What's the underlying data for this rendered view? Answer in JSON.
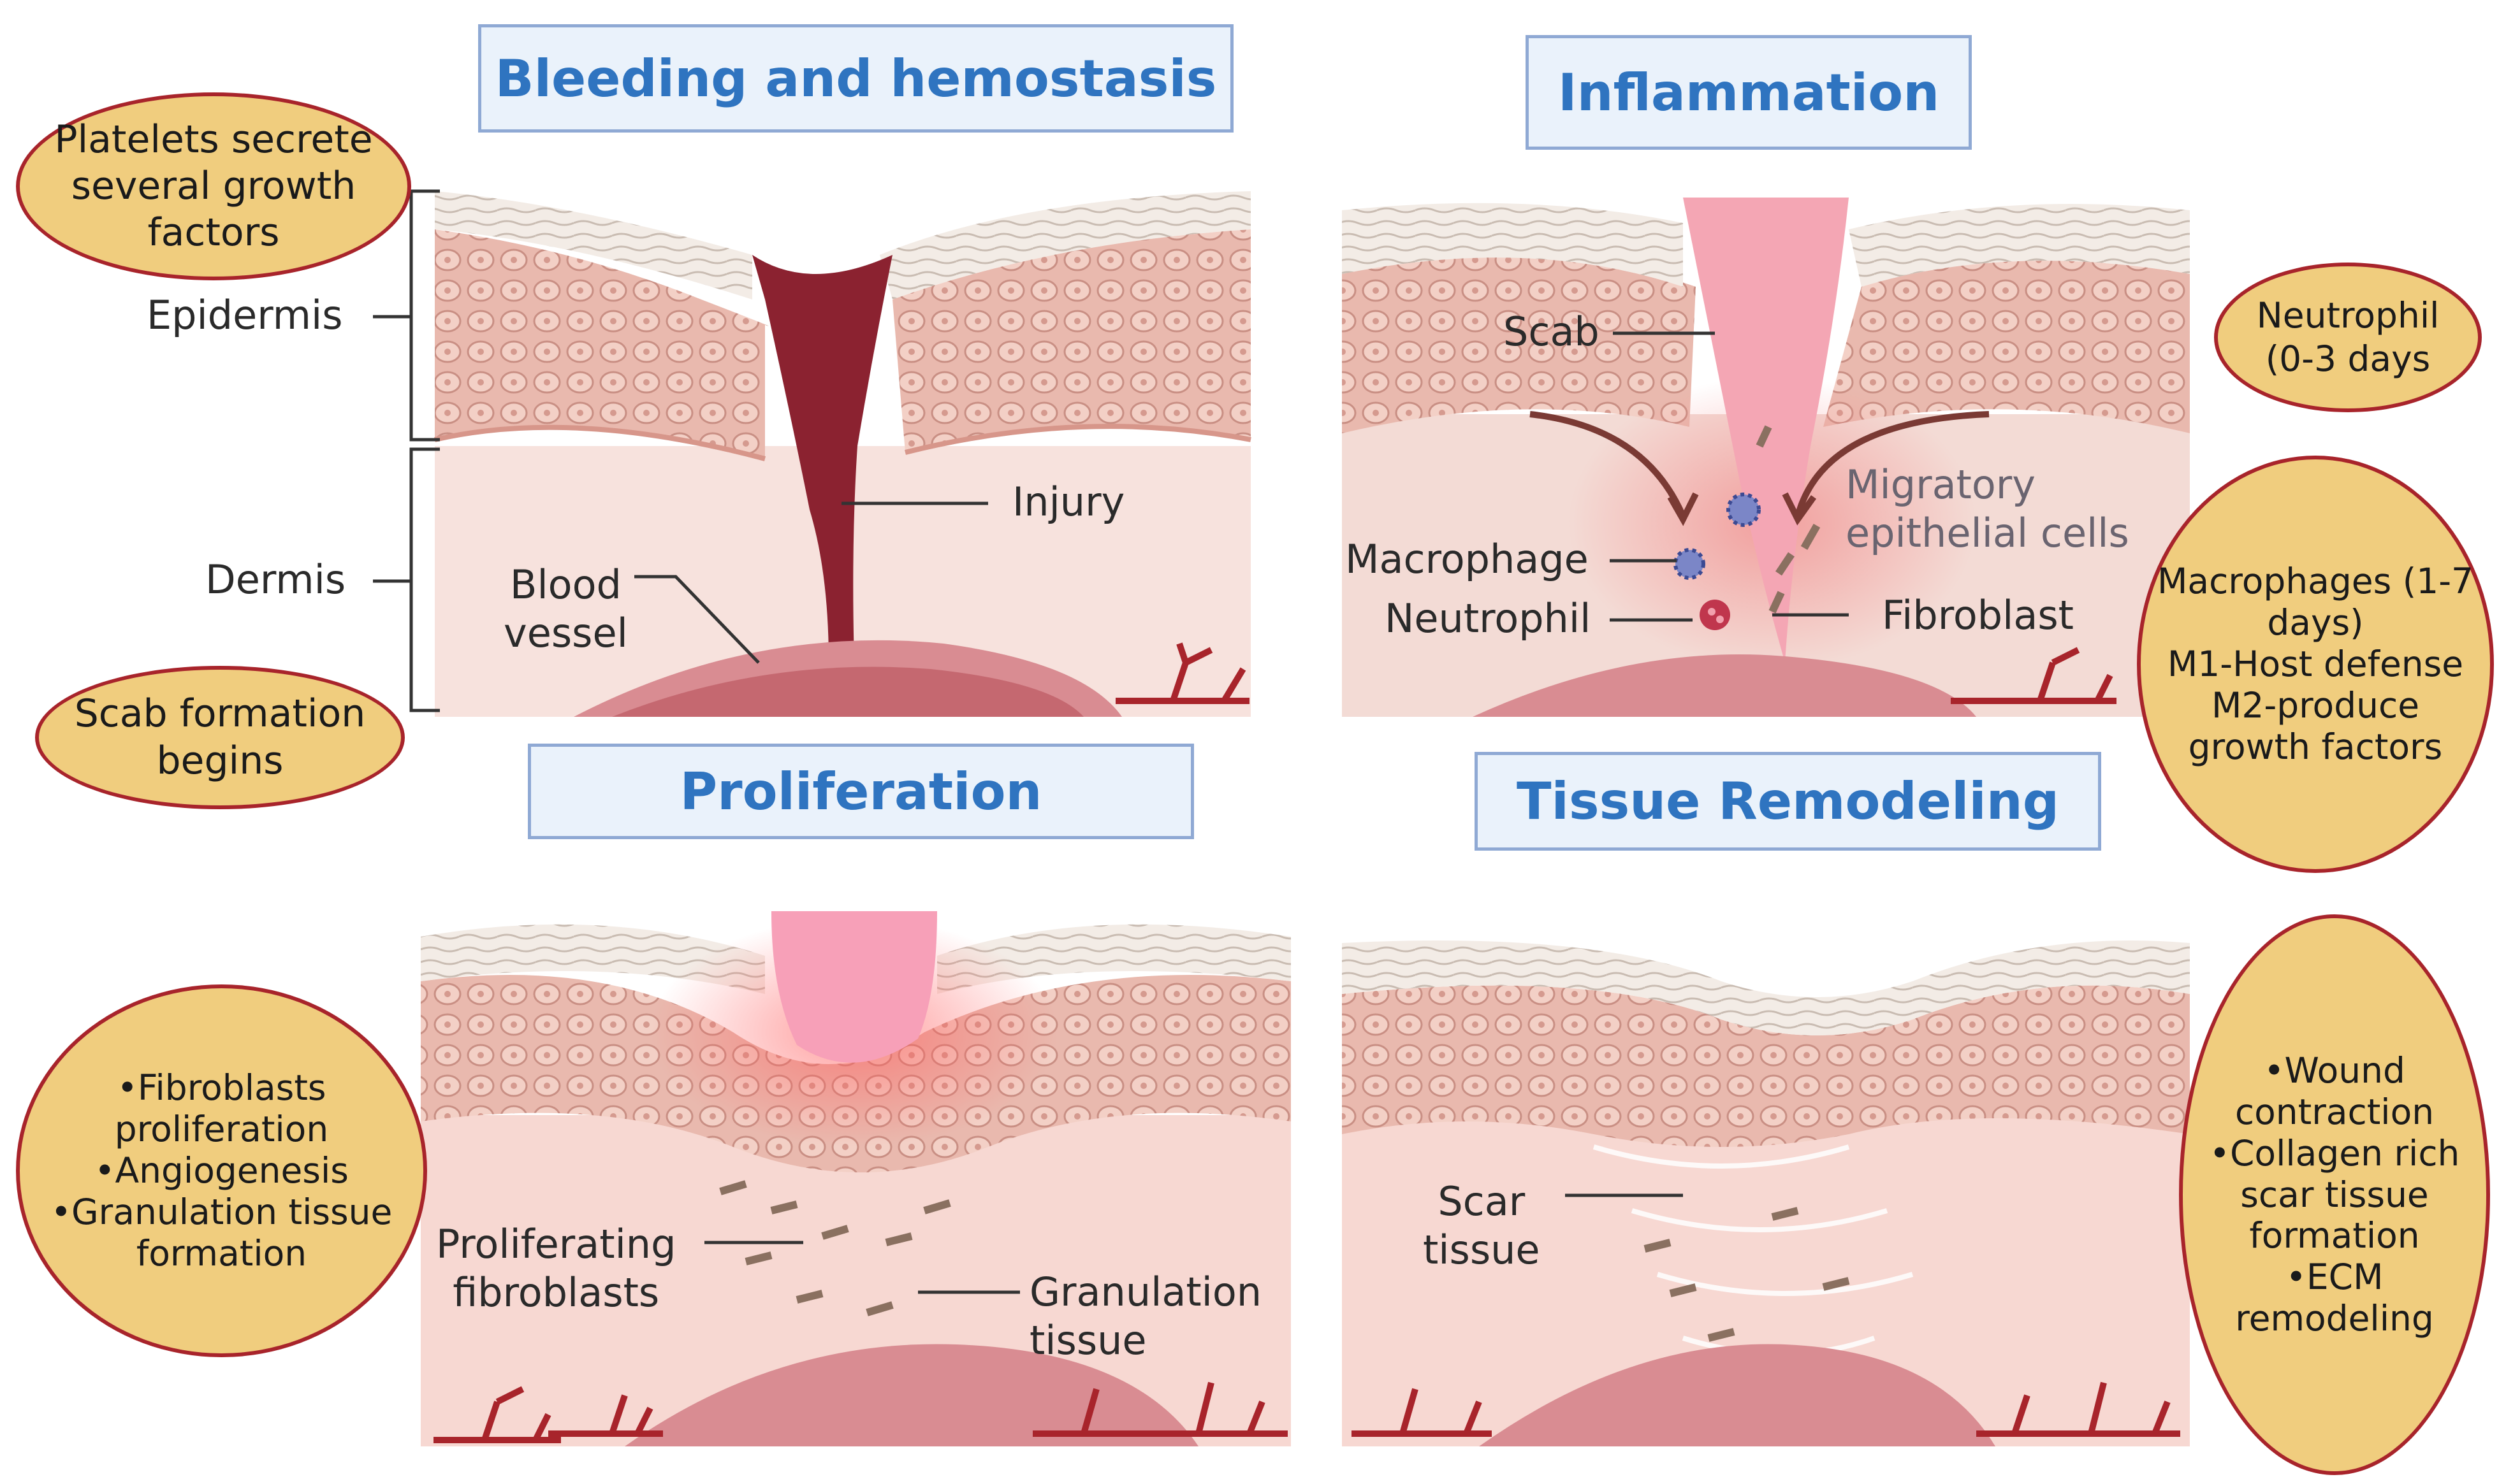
{
  "titles": {
    "bleeding": "Bleeding and hemostasis",
    "inflammation": "Inflammation",
    "proliferation": "Proliferation",
    "remodeling": "Tissue Remodeling"
  },
  "ovals": {
    "platelets": [
      "Platelets secrete",
      "several growth",
      "factors"
    ],
    "scab_formation": [
      "Scab formation",
      "begins"
    ],
    "neutrophil": [
      "Neutrophil",
      "(0-3 days"
    ],
    "macrophages": [
      "Macrophages (1-7",
      "days)",
      "M1-Host defense",
      "M2-produce",
      "growth factors"
    ],
    "proliferation": [
      "•Fibroblasts",
      "proliferation",
      "•Angiogenesis",
      "•Granulation tissue",
      "formation"
    ],
    "remodeling": [
      "•Wound",
      "contraction",
      "•Collagen rich",
      "scar tissue",
      "formation",
      "•ECM remodeling"
    ]
  },
  "labels": {
    "epidermis": "Epidermis",
    "dermis": "Dermis",
    "blood_vessel": [
      "Blood",
      "vessel"
    ],
    "injury": "Injury",
    "scab": "Scab",
    "macrophage": "Macrophage",
    "neutrophil": "Neutrophil",
    "migratory": [
      "Migratory",
      "epithelial cells"
    ],
    "fibroblast": "Fibroblast",
    "proliferating": [
      "Proliferating",
      "fibroblasts"
    ],
    "granulation": [
      "Granulation",
      "tissue"
    ],
    "scar": [
      "Scar",
      "tissue"
    ]
  },
  "colors": {
    "title_text": "#2f74c0",
    "title_fill": "#eaf2fb",
    "title_border": "#8fa9d4",
    "oval_fill": "#f0cd7e",
    "oval_border": "#a8242b",
    "blood": "#8b2230",
    "scab": "#f4a6b4",
    "dermis": "#f7dcd6",
    "epidermis": "#e7b9ad"
  }
}
